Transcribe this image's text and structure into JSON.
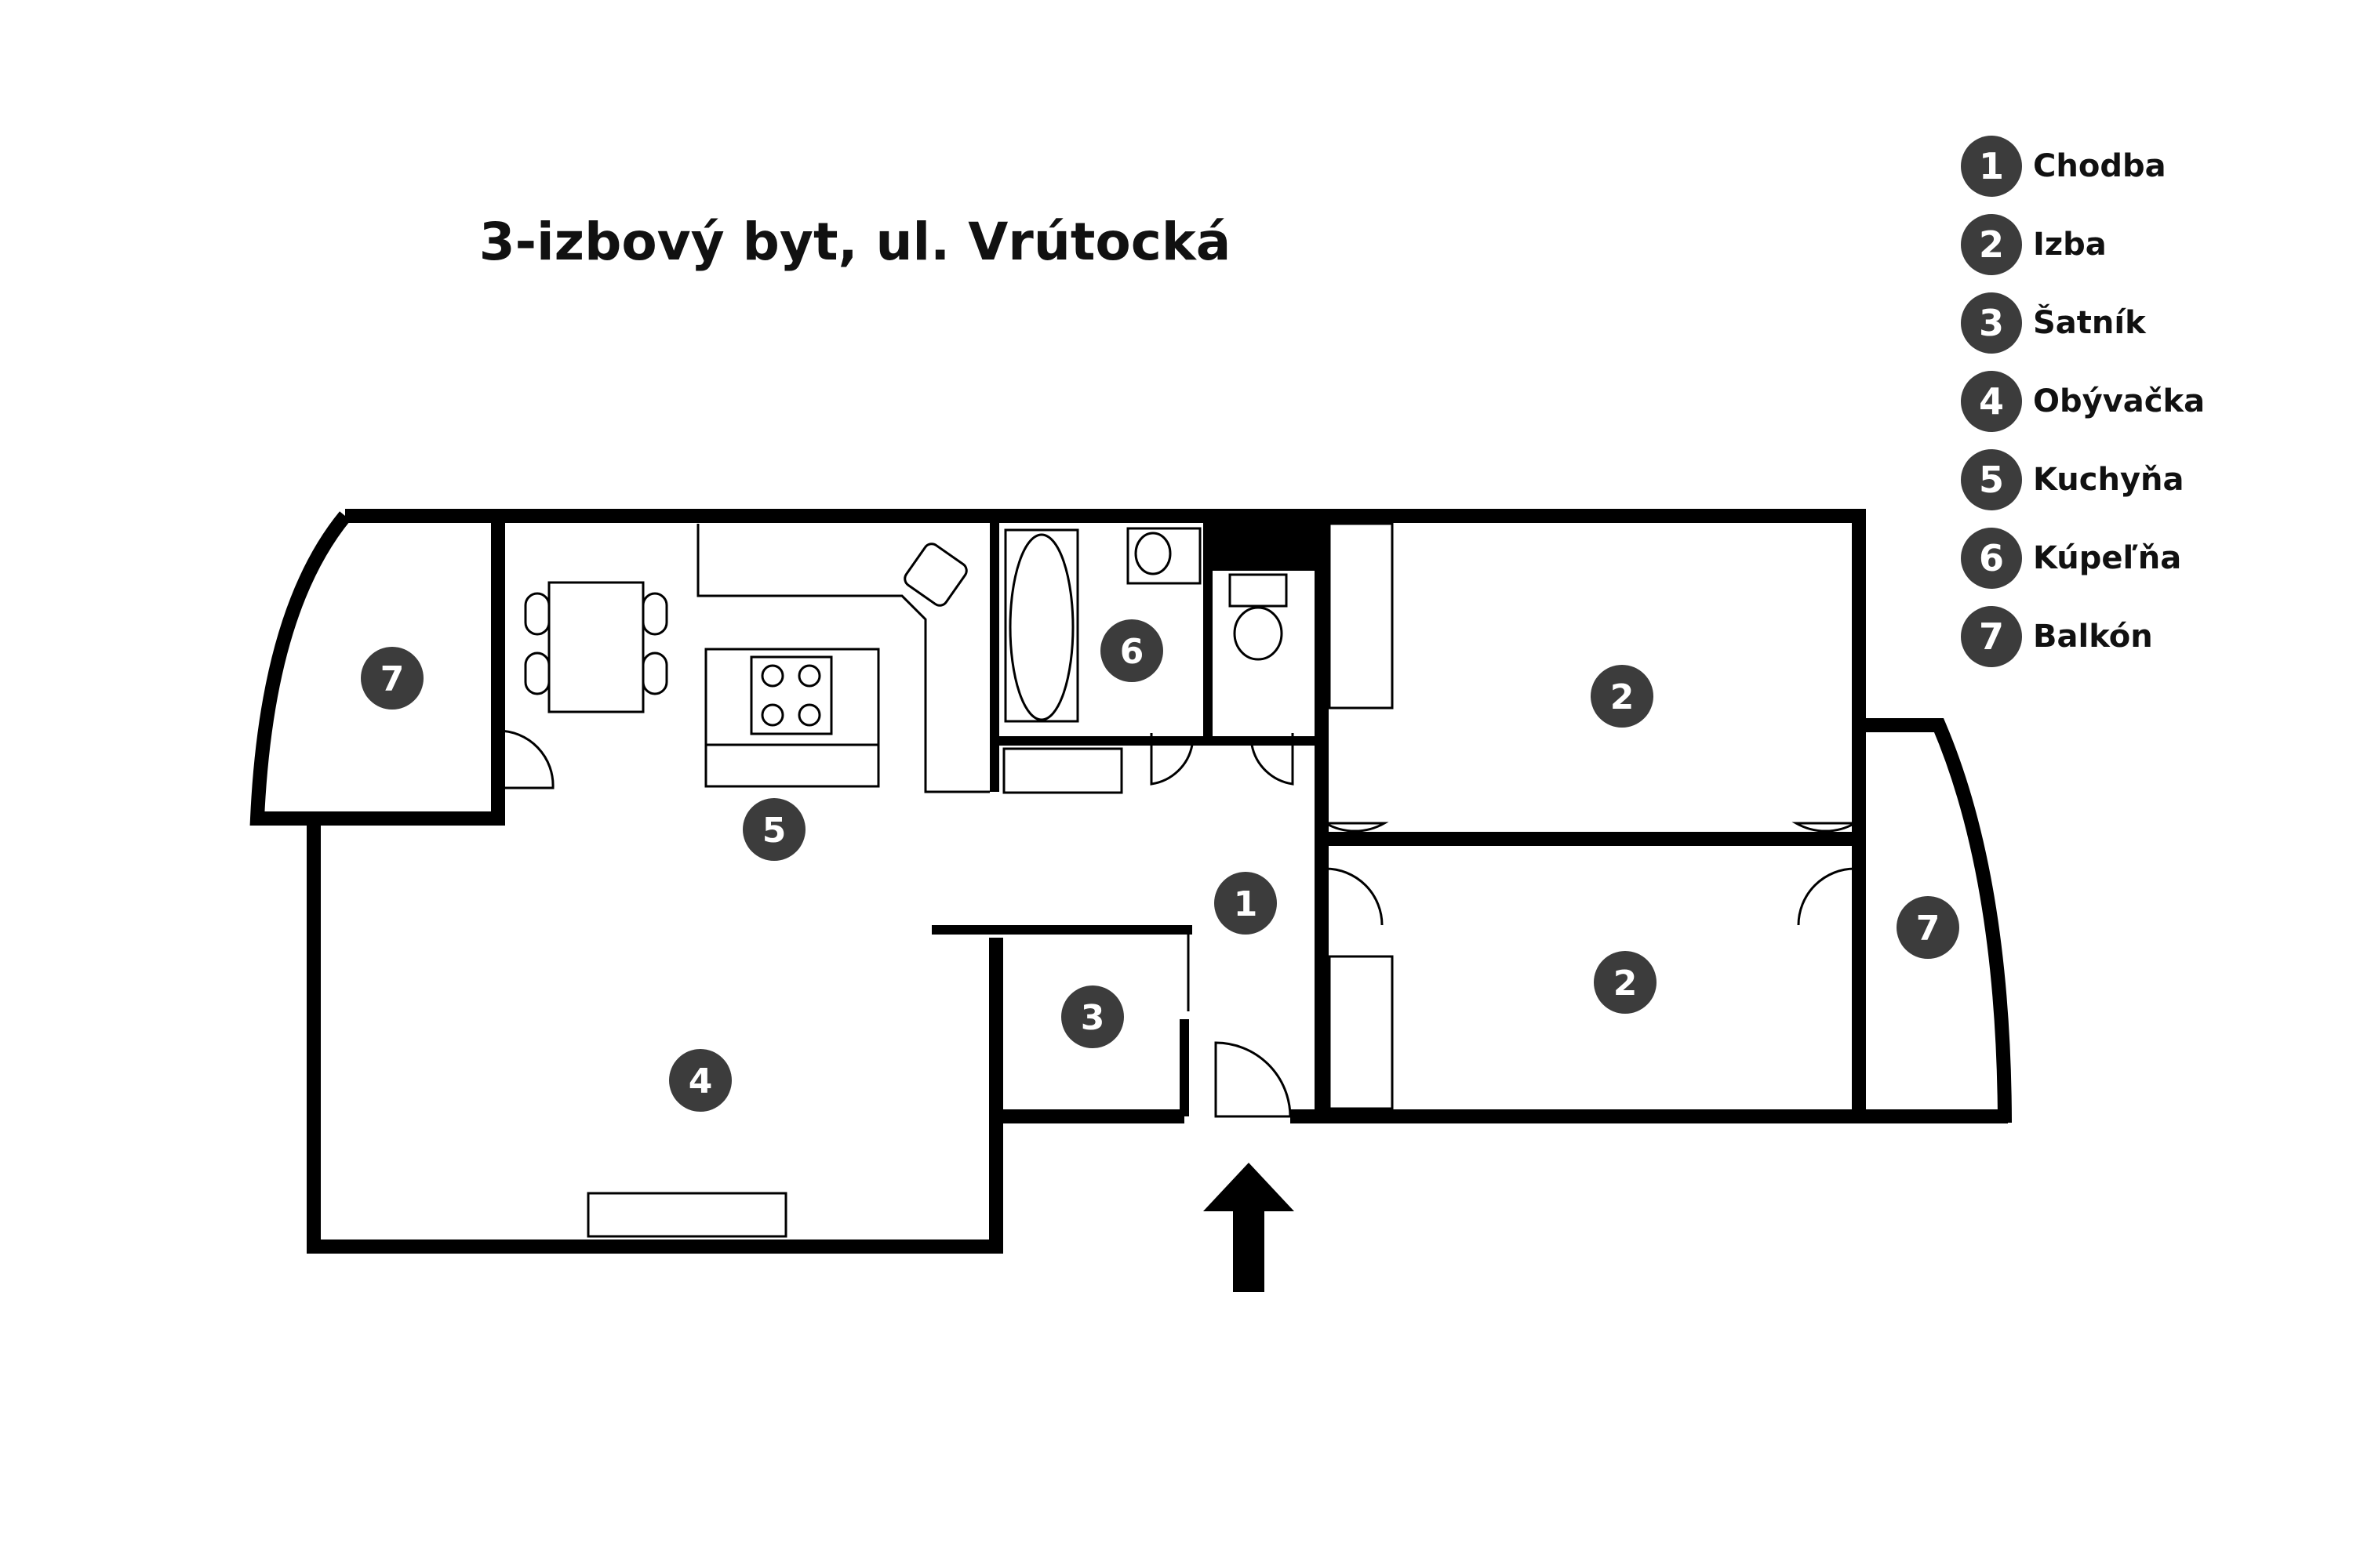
{
  "title": "3-izbový byt, ul. Vrútocká",
  "legend": [
    {
      "num": "1",
      "label": "Chodba"
    },
    {
      "num": "2",
      "label": "Izba"
    },
    {
      "num": "3",
      "label": "Šatník"
    },
    {
      "num": "4",
      "label": "Obývačka"
    },
    {
      "num": "5",
      "label": "Kuchyňa"
    },
    {
      "num": "6",
      "label": "Kúpeľňa"
    },
    {
      "num": "7",
      "label": "Balkón"
    }
  ],
  "markers": {
    "balcony_left": "7",
    "kitchen": "5",
    "bathroom": "6",
    "hallway": "1",
    "room_top": "2",
    "room_bottom": "2",
    "balcony_right": "7",
    "wardrobe": "3",
    "living_room": "4"
  },
  "colors": {
    "wall": "#000000",
    "marker": "#3c3c3c",
    "background": "#ffffff"
  },
  "icons": [
    "entrance-arrow-icon",
    "stove-icon",
    "sink-icon",
    "toilet-icon",
    "bathtub-icon",
    "door-icon"
  ]
}
